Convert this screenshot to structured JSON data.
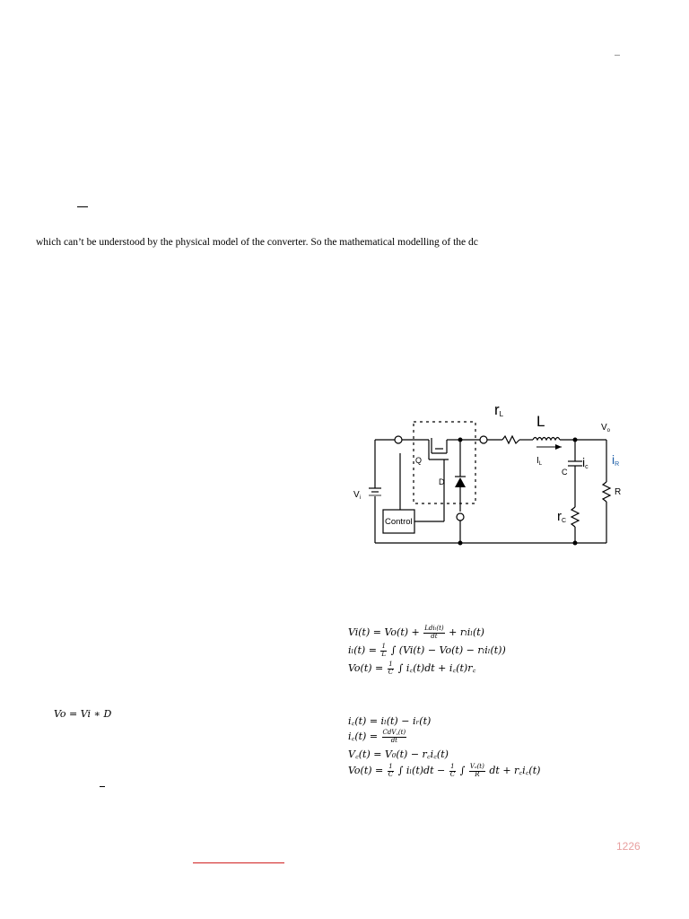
{
  "body_text": {
    "line1": "which can’t be understood by the physical model of the converter. So the mathematical modelling of the dc"
  },
  "circuit": {
    "labels": {
      "rl": "r",
      "rl_sub": "L",
      "l": "L",
      "vo": "V",
      "vo_sub": "o",
      "q": "Q",
      "d": "D",
      "il": "I",
      "il_sub": "L",
      "c": "C",
      "ic": "i",
      "ic_sub": "c",
      "ir": "i",
      "ir_sub": "R",
      "r": "R",
      "vi": "V",
      "vi_sub": "i",
      "control": "Control",
      "rc": "r",
      "rc_sub": "C"
    }
  },
  "equations_block1": {
    "eq1_left": "Vi(t) = Vo(t) +",
    "eq1_frac_num": "Ldiₗ(t)",
    "eq1_frac_den": "dt",
    "eq1_right": "+ rₗiₗ(t)",
    "eq2_left": "iₗ(t) =",
    "eq2_frac_num": "1",
    "eq2_frac_den": "L",
    "eq2_right": "∫ (Vi(t) − Vo(t) − rₗiₗ(t))",
    "eq3_left": "Vo(t) =",
    "eq3_frac_num": "1",
    "eq3_frac_den": "C",
    "eq3_right": "∫ i꜀(t)dt + i꜀(t)r꜀"
  },
  "equations_block2": {
    "eq1": "i꜀(t) =  iₗ(t) − iᵣ(t)",
    "eq2_left": "i꜀(t) =",
    "eq2_frac_num": "CdV꜀(t)",
    "eq2_frac_den": "dt",
    "eq3": "V꜀(t) = V₀(t) − r꜀i꜀(t)",
    "eq4_left": "Vo(t) =",
    "eq4_frac1_num": "1",
    "eq4_frac1_den": "C",
    "eq4_mid": "∫ iₗ(t)dt −",
    "eq4_frac2_num": "1",
    "eq4_frac2_den": "C",
    "eq4_mid2": "∫",
    "eq4_frac3_num": "Vₒ(t)",
    "eq4_frac3_den": "R",
    "eq4_right": "dt + r꜀i꜀(t)"
  },
  "left_equation": "Vo = Vi ∗ D",
  "page_number": "1226",
  "colors": {
    "page_number": "#e8a0a0",
    "red_rule": "#d02020",
    "label_blue": "#1f5fa8"
  }
}
